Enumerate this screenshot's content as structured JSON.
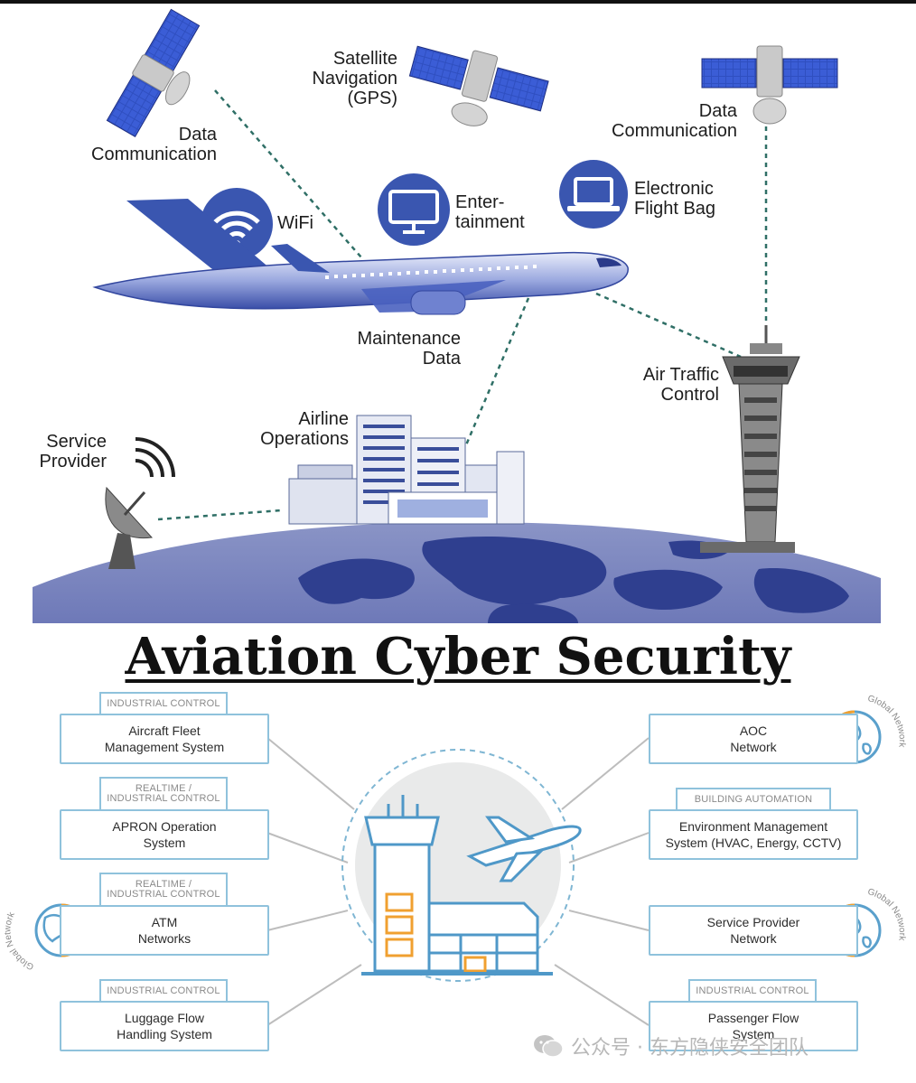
{
  "top": {
    "labels": {
      "data_comm_left": "Data\nCommunication",
      "satellite_nav": "Satellite\nNavigation\n(GPS)",
      "data_comm_right": "Data\nCommunication",
      "wifi": "WiFi",
      "entertainment": "Enter-\ntainment",
      "efb": "Electronic\nFlight Bag",
      "maintenance": "Maintenance\nData",
      "atc": "Air Traffic\nControl",
      "airline_ops": "Airline\nOperations",
      "service_provider": "Service\nProvider"
    }
  },
  "title": "Aviation Cyber Security",
  "systems": {
    "left": [
      {
        "tag": "INDUSTRIAL CONTROL",
        "label": "Aircraft Fleet\nManagement System"
      },
      {
        "tag": "REALTIME /\nINDUSTRIAL CONTROL",
        "label": "APRON Operation\nSystem"
      },
      {
        "tag": "REALTIME /\nINDUSTRIAL CONTROL",
        "label": "ATM\nNetworks"
      },
      {
        "tag": "INDUSTRIAL CONTROL",
        "label": "Luggage Flow\nHandling System"
      }
    ],
    "right": [
      {
        "tag": "",
        "label": "AOC\nNetwork"
      },
      {
        "tag": "BUILDING AUTOMATION",
        "label": "Environment Management\nSystem (HVAC, Energy, CCTV)"
      },
      {
        "tag": "",
        "label": "Service Provider\nNetwork"
      },
      {
        "tag": "INDUSTRIAL CONTROL",
        "label": "Passenger Flow\nSystem"
      }
    ],
    "global_network": "Global Network"
  },
  "watermark": "公众号 · 东方隐侠安全团队",
  "colors": {
    "accent_blue": "#3a56b0",
    "light_blue": "#8fc2dc",
    "orange": "#f0a030",
    "earth_dark": "#2f3f8f"
  }
}
